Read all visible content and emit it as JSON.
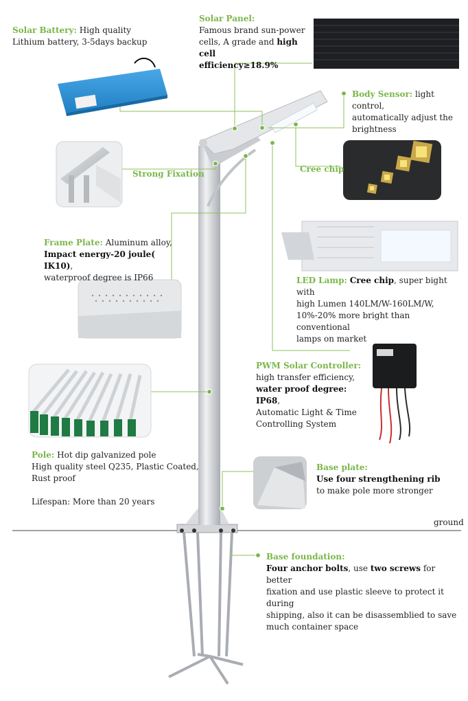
{
  "colors": {
    "accent": "#7ab648",
    "line": "#8cc25a",
    "pole": "#c9ccd0",
    "ground": "#444444"
  },
  "labels": {
    "solar_battery": {
      "title": "Solar Battery:",
      "l1": "High quality",
      "l2": "Lithium battery, 3-5days backup"
    },
    "solar_panel": {
      "title": "Solar Panel:",
      "l1": "Famous brand sun-power",
      "l2": "cells, A grade and ",
      "l2b": "high cell",
      "l3": "efficiency≥18.9%"
    },
    "body_sensor": {
      "title": "Body Sensor:",
      "l1": " light control,",
      "l2": "automatically adjust the",
      "l3": "brightness"
    },
    "strong_fixation": {
      "title": "Strong Fixation"
    },
    "cree_chip": {
      "title": "Cree chip"
    },
    "frame_plate": {
      "title": "Frame Plate:",
      "l1": " Aluminum alloy,",
      "l2b": "Impact energy-20 joule( IK10)",
      "l2": ",",
      "l3": "waterproof degree is IP66"
    },
    "led_lamp": {
      "title": "LED Lamp:",
      "l1b": "Cree chip",
      "l1": ", super bight with",
      "l2": "high Lumen 140LM/W-160LM/W,",
      "l3": "10%-20% more bright than conventional",
      "l4": "lamps on market"
    },
    "pwm": {
      "title": "PWM Solar Controller:",
      "l1": "high transfer efficiency,",
      "l2b": "water proof degree: IP68",
      "l2": ",",
      "l3": "Automatic Light & Time",
      "l4": "Controlling System"
    },
    "pole": {
      "title": "Pole:",
      "l1": "  Hot dip galvanized pole",
      "l2": "High quality steel Q235, Plastic Coated,",
      "l3": "Rust proof",
      "l4": "Lifespan: More than 20 years"
    },
    "base_plate": {
      "title": "Base plate:",
      "l1b": "Use four strengthening rib",
      "l2": "to make pole more stronger"
    },
    "ground": {
      "text": "ground"
    },
    "base_foundation": {
      "title": "Base foundation:",
      "l1b": "Four anchor bolts",
      "l1": ", use ",
      "l1c": "two screws",
      "l1d": " for better",
      "l2": "fixation and use plastic sleeve to protect it during",
      "l3": "shipping, also it can be disassemblied to save",
      "l4": "much container space"
    }
  }
}
